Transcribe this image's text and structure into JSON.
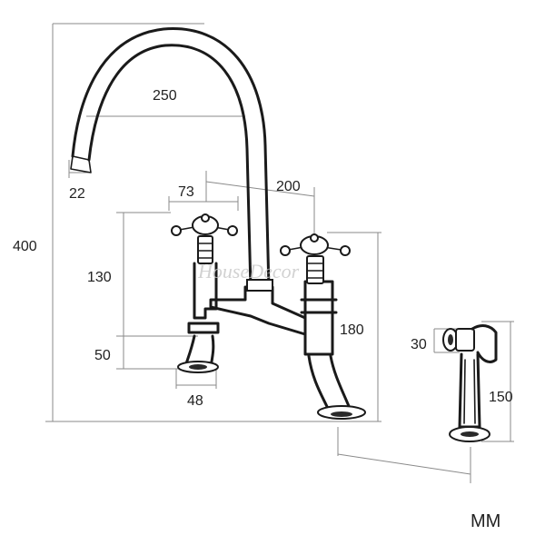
{
  "dimensions": {
    "spout_reach": "250",
    "spout_outlet": "22",
    "handle_width": "73",
    "center_distance": "200",
    "total_height": "400",
    "handle_height": "130",
    "base_height": "50",
    "base_diameter": "48",
    "right_height": "180",
    "spray_head": "30",
    "spray_length": "150"
  },
  "unit": "MM",
  "watermark": "HouseDecor"
}
